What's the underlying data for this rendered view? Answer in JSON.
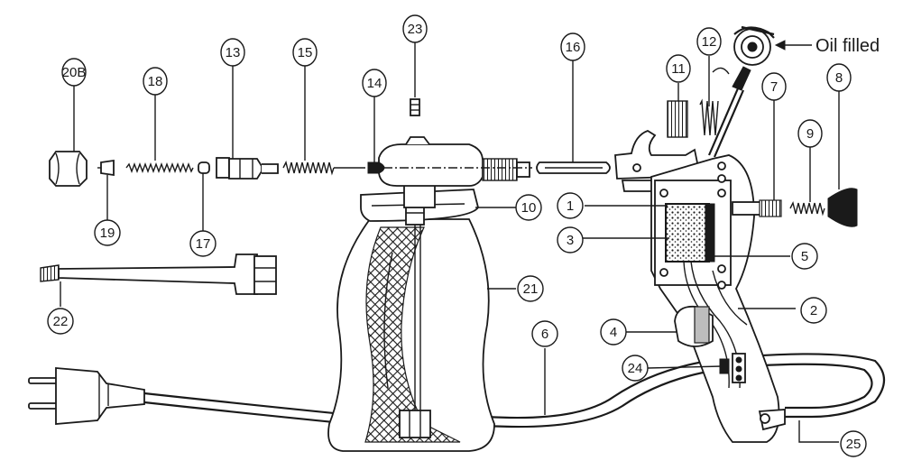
{
  "callouts": {
    "c1": "1",
    "c2": "2",
    "c3": "3",
    "c4": "4",
    "c5": "5",
    "c6": "6",
    "c7": "7",
    "c8": "8",
    "c9": "9",
    "c10": "10",
    "c11": "11",
    "c12": "12",
    "c13": "13",
    "c14": "14",
    "c15": "15",
    "c16": "16",
    "c17": "17",
    "c18": "18",
    "c19": "19",
    "c20b": "20B",
    "c21": "21",
    "c22": "22",
    "c23": "23",
    "c24": "24",
    "c25": "25"
  },
  "annotation": {
    "oil_filled": "Oil filled"
  },
  "colors": {
    "ink": "#1a1a1a",
    "paper": "#ffffff",
    "shade": "#bdbdbd"
  }
}
